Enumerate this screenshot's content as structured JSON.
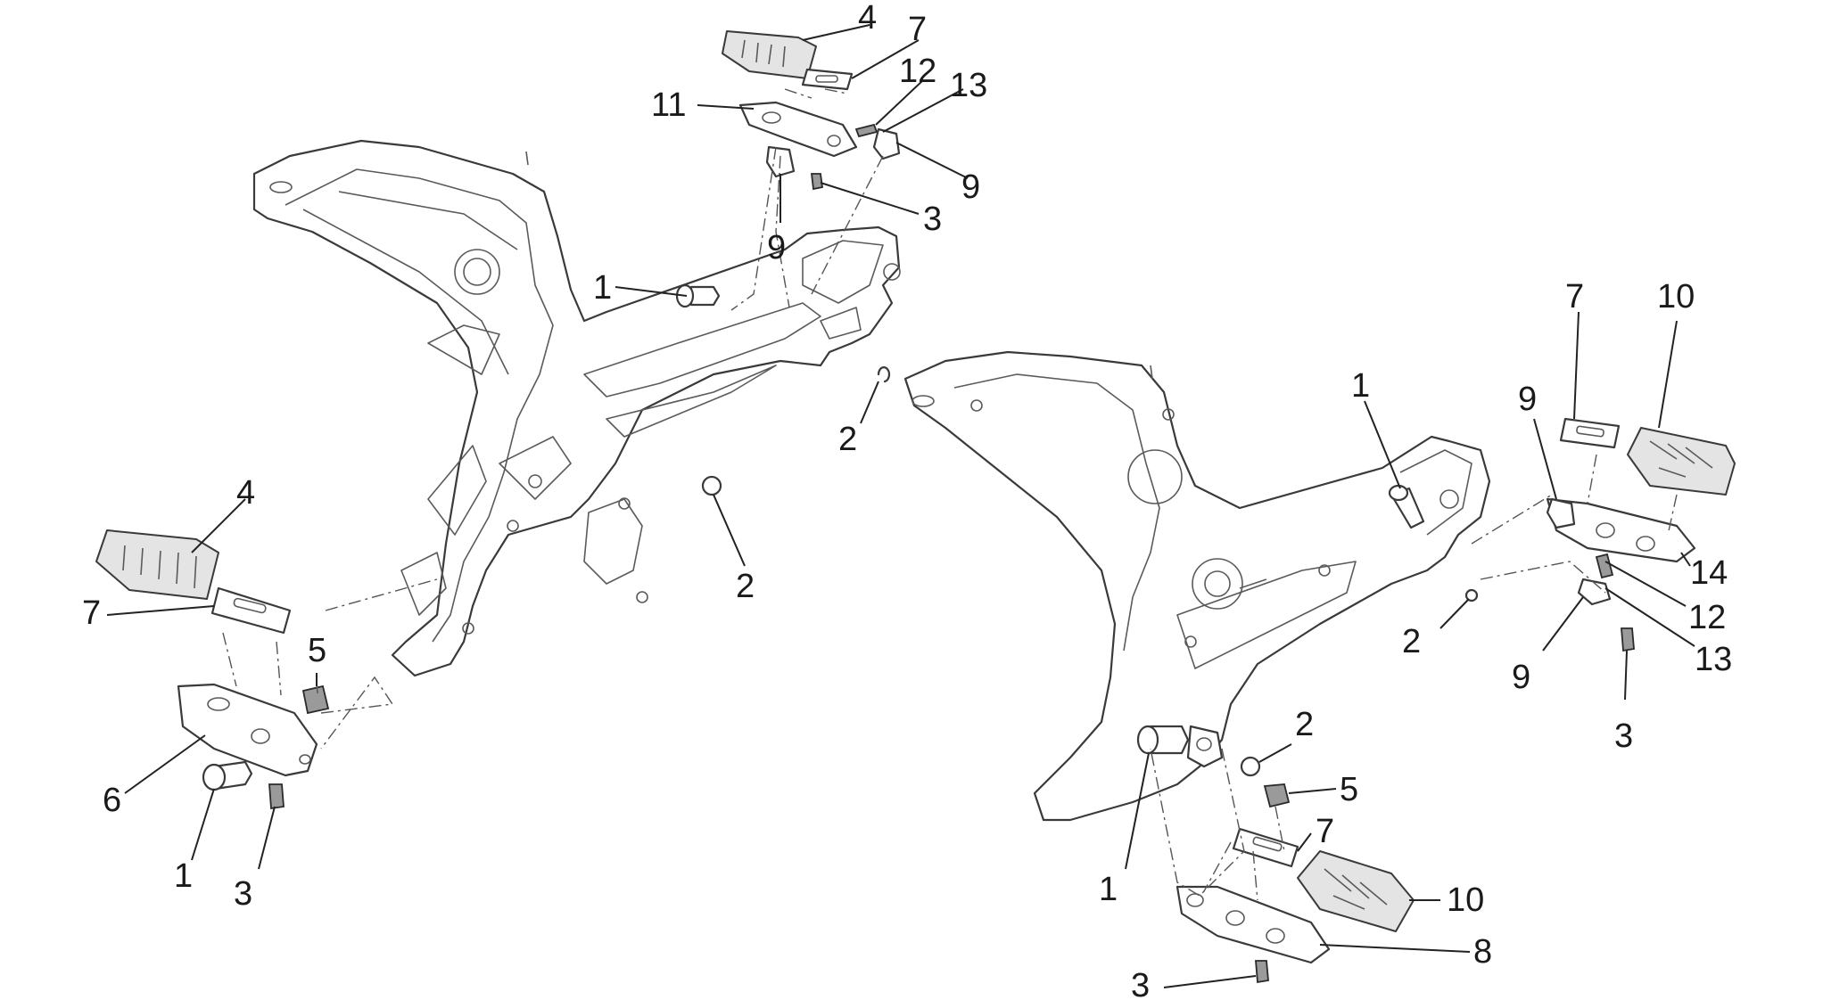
{
  "callouts": [
    {
      "id": "c4-top",
      "text": "4"
    },
    {
      "id": "c7-top",
      "text": "7"
    },
    {
      "id": "c12-top",
      "text": "12"
    },
    {
      "id": "c13-top",
      "text": "13"
    },
    {
      "id": "c11-top",
      "text": "11"
    },
    {
      "id": "c9-top-right",
      "text": "9"
    },
    {
      "id": "c3-top",
      "text": "3"
    },
    {
      "id": "c9-top-left",
      "text": "9"
    },
    {
      "id": "c1-top",
      "text": "1"
    },
    {
      "id": "c2-upper-mid",
      "text": "2"
    },
    {
      "id": "c2-lower-mid",
      "text": "2"
    },
    {
      "id": "c4-left",
      "text": "4"
    },
    {
      "id": "c7-left",
      "text": "7"
    },
    {
      "id": "c5-left",
      "text": "5"
    },
    {
      "id": "c6-left",
      "text": "6"
    },
    {
      "id": "c1-left",
      "text": "1"
    },
    {
      "id": "c3-left",
      "text": "3"
    },
    {
      "id": "c7-right-top",
      "text": "7"
    },
    {
      "id": "c10-right-top",
      "text": "10"
    },
    {
      "id": "c1-right",
      "text": "1"
    },
    {
      "id": "c9-right-upper",
      "text": "9"
    },
    {
      "id": "c14-right",
      "text": "14"
    },
    {
      "id": "c12-right",
      "text": "12"
    },
    {
      "id": "c13-right",
      "text": "13"
    },
    {
      "id": "c2-right-upper",
      "text": "2"
    },
    {
      "id": "c9-right-lower",
      "text": "9"
    },
    {
      "id": "c3-right",
      "text": "3"
    },
    {
      "id": "c2-right-lower",
      "text": "2"
    },
    {
      "id": "c5-right",
      "text": "5"
    },
    {
      "id": "c7-right-bottom",
      "text": "7"
    },
    {
      "id": "c10-right-bottom",
      "text": "10"
    },
    {
      "id": "c1-right-bottom",
      "text": "1"
    },
    {
      "id": "c8-right",
      "text": "8"
    },
    {
      "id": "c3-right-bottom",
      "text": "3"
    }
  ]
}
